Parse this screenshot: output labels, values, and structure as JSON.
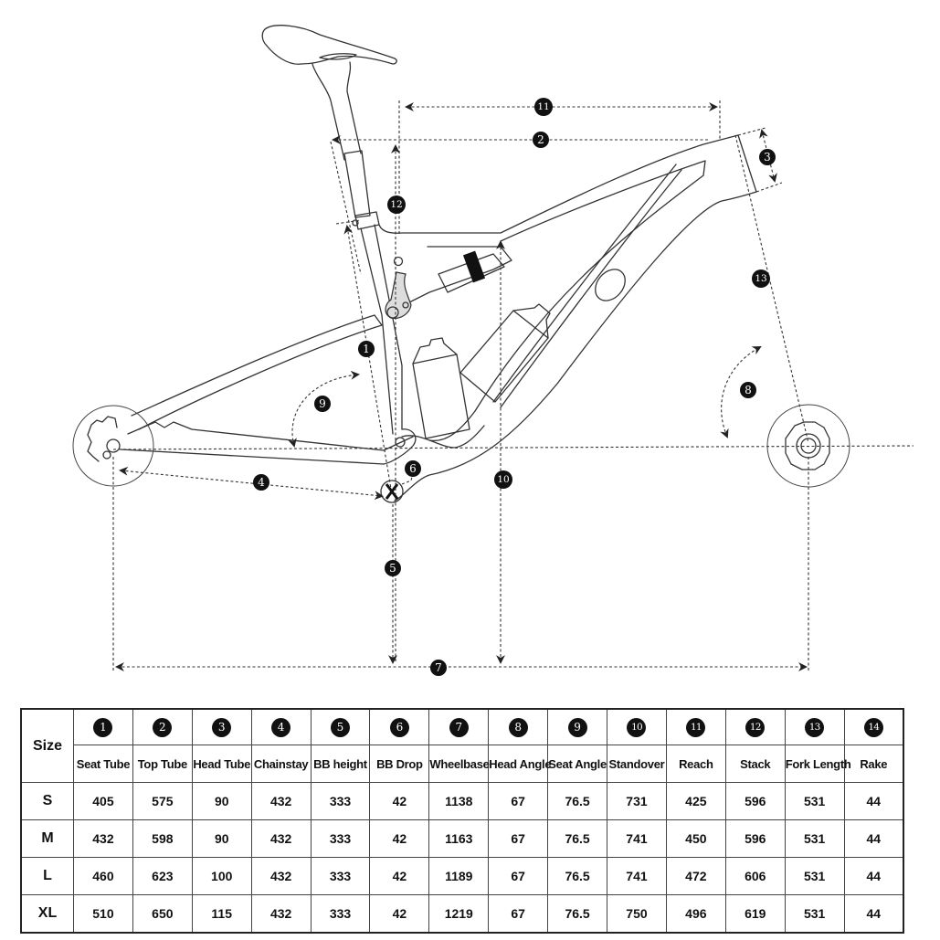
{
  "diagram": {
    "callouts": [
      "1",
      "2",
      "3",
      "4",
      "5",
      "6",
      "7",
      "8",
      "9",
      "10",
      "11",
      "12",
      "13"
    ]
  },
  "table": {
    "size_header": "Size",
    "columns": [
      {
        "num": "1",
        "label": "Seat Tube"
      },
      {
        "num": "2",
        "label": "Top Tube"
      },
      {
        "num": "3",
        "label": "Head Tube"
      },
      {
        "num": "4",
        "label": "Chainstay"
      },
      {
        "num": "5",
        "label": "BB height"
      },
      {
        "num": "6",
        "label": "BB Drop"
      },
      {
        "num": "7",
        "label": "Wheelbase"
      },
      {
        "num": "8",
        "label": "Head Angle"
      },
      {
        "num": "9",
        "label": "Seat Angle"
      },
      {
        "num": "10",
        "label": "Standover"
      },
      {
        "num": "11",
        "label": "Reach"
      },
      {
        "num": "12",
        "label": "Stack"
      },
      {
        "num": "13",
        "label": "Fork Length"
      },
      {
        "num": "14",
        "label": "Rake"
      }
    ],
    "rows": [
      {
        "size": "S",
        "values": [
          "405",
          "575",
          "90",
          "432",
          "333",
          "42",
          "1138",
          "67",
          "76.5",
          "731",
          "425",
          "596",
          "531",
          "44"
        ]
      },
      {
        "size": "M",
        "values": [
          "432",
          "598",
          "90",
          "432",
          "333",
          "42",
          "1163",
          "67",
          "76.5",
          "741",
          "450",
          "596",
          "531",
          "44"
        ]
      },
      {
        "size": "L",
        "values": [
          "460",
          "623",
          "100",
          "432",
          "333",
          "42",
          "1189",
          "67",
          "76.5",
          "741",
          "472",
          "606",
          "531",
          "44"
        ]
      },
      {
        "size": "XL",
        "values": [
          "510",
          "650",
          "115",
          "432",
          "333",
          "42",
          "1219",
          "67",
          "76.5",
          "750",
          "496",
          "619",
          "531",
          "44"
        ]
      }
    ]
  }
}
